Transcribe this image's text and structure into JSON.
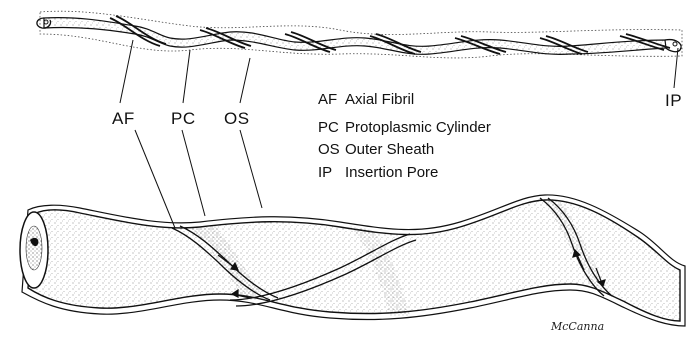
{
  "labels": {
    "af": "AF",
    "pc": "PC",
    "os": "OS",
    "ip": "IP"
  },
  "legend": [
    {
      "abbr": "AF",
      "desc": "Axial Fibril"
    },
    {
      "abbr": "PC",
      "desc": "Protoplasmic Cylinder"
    },
    {
      "abbr": "OS",
      "desc": "Outer Sheath"
    },
    {
      "abbr": "IP",
      "desc": "Insertion Pore"
    }
  ],
  "signature": "McCanna",
  "colors": {
    "ink": "#111111",
    "stipple": "#8a8a8a",
    "background": "#ffffff"
  }
}
